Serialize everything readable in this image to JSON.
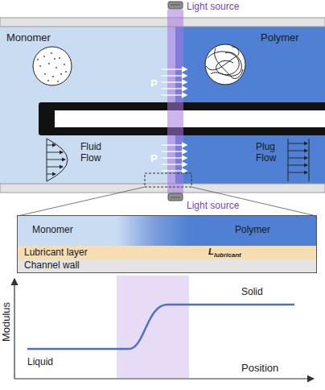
{
  "diagram": {
    "nodes": [
      {
        "text": [
          "Monomer",
          "Polymer"
        ]
      },
      {
        "text": [
          "Lubricant layer"
        ]
      },
      {
        "text": [
          "Channel wall"
        ]
      }
    ],
    "labels": [
      "Light source",
      "Monomer",
      "Polymer",
      "P",
      "Fluid Flow",
      "P",
      "Plug Flow",
      "Light source",
      "L",
      "lubricant",
      "Modulus",
      "Solid",
      "Liquid",
      "Position"
    ]
  }
}
